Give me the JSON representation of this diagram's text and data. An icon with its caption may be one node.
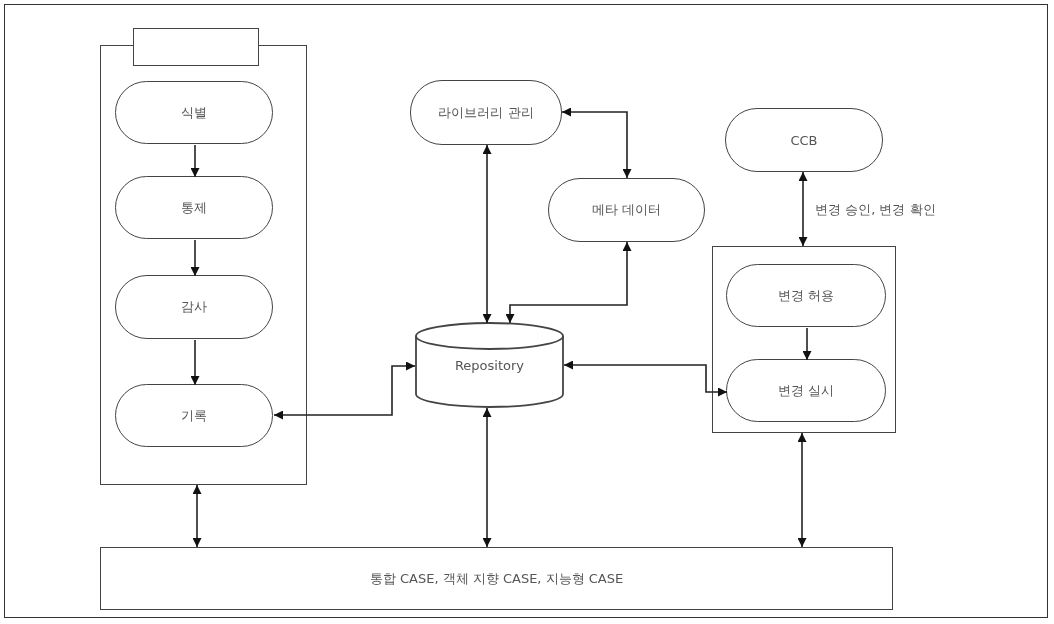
{
  "diagram": {
    "nodes": [
      {
        "text": [],
        "shape": "box"
      },
      {
        "text": [],
        "shape": "box"
      },
      {
        "text": [
          "식별"
        ],
        "in": 0
      },
      {
        "text": [
          "통제"
        ],
        "in": 0
      },
      {
        "text": [
          "감사"
        ],
        "in": 0
      },
      {
        "text": [
          "기록"
        ],
        "in": 0
      },
      {
        "text": [
          "라이브러리 관리"
        ]
      },
      {
        "text": [
          "메타 데이터"
        ]
      },
      {
        "text": [
          "Repository"
        ]
      },
      {
        "text": [
          "CCB"
        ]
      },
      {
        "text": [],
        "shape": "box"
      },
      {
        "text": [
          "변경 허용"
        ],
        "in": 10
      },
      {
        "text": [
          "변경 실시"
        ],
        "in": 10
      },
      {
        "text": [
          "통합 CASE, 객체 지향 CASE, 지능형 CASE"
        ]
      }
    ],
    "edges": [
      {
        "from": 2,
        "to": 3,
        "arrow": "to"
      },
      {
        "from": 3,
        "to": 4,
        "arrow": "to"
      },
      {
        "from": 4,
        "to": 5,
        "arrow": "to"
      },
      {
        "from": 8,
        "to": 5,
        "arrow": "both"
      },
      {
        "from": 6,
        "to": 8,
        "arrow": "both"
      },
      {
        "from": 6,
        "to": 7,
        "arrow": "both"
      },
      {
        "from": 7,
        "to": 8,
        "arrow": "both"
      },
      {
        "from": 9,
        "to": 10,
        "arrow": "both",
        "label": "변경 승인, 변경 확인"
      },
      {
        "from": 8,
        "to": 12,
        "arrow": "both"
      },
      {
        "from": 0,
        "to": 13,
        "arrow": "both"
      },
      {
        "from": 8,
        "to": 13,
        "arrow": "both"
      },
      {
        "from": 10,
        "to": 13,
        "arrow": "both"
      },
      {
        "from": 11,
        "to": 12,
        "arrow": "to"
      }
    ]
  }
}
